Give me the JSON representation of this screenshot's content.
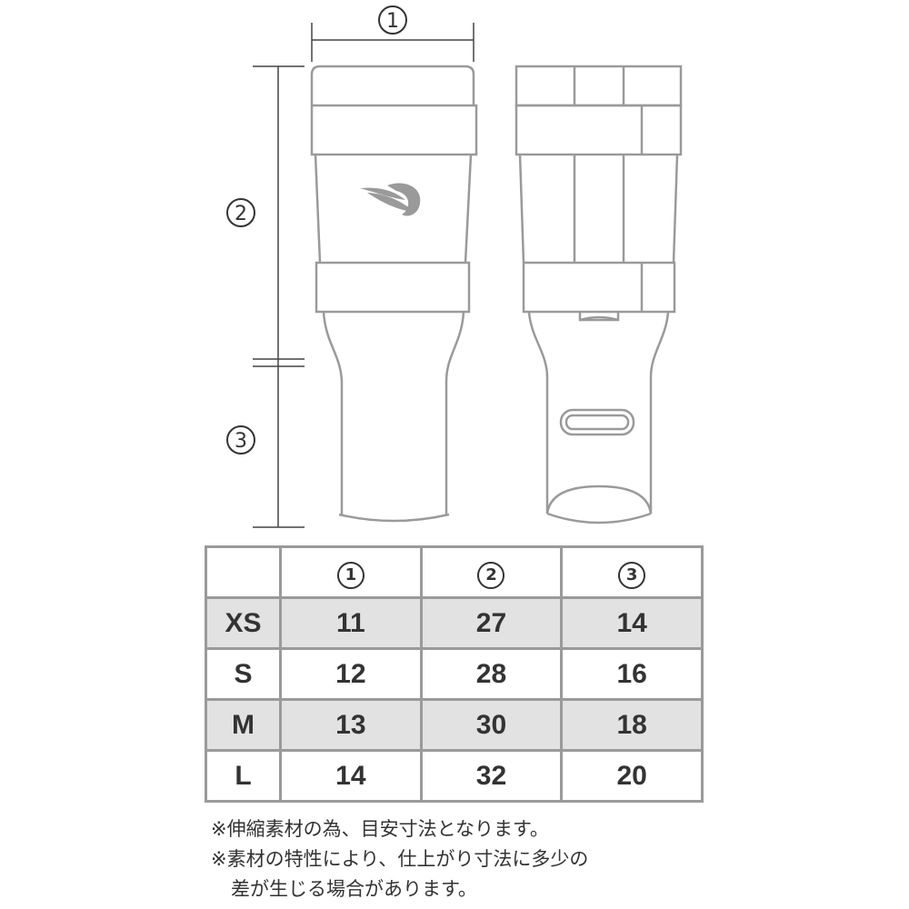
{
  "markers": {
    "m1": "1",
    "m2": "2",
    "m3": "3"
  },
  "table": {
    "headers": [
      "",
      "1",
      "2",
      "3"
    ],
    "rows": [
      {
        "size": "XS",
        "values": [
          "11",
          "27",
          "14"
        ],
        "shaded": true
      },
      {
        "size": "S",
        "values": [
          "12",
          "28",
          "16"
        ],
        "shaded": false
      },
      {
        "size": "M",
        "values": [
          "13",
          "30",
          "18"
        ],
        "shaded": true
      },
      {
        "size": "L",
        "values": [
          "14",
          "32",
          "20"
        ],
        "shaded": false
      }
    ]
  },
  "notes": [
    "※伸縮素材の為、目安寸法となります。",
    "※素材の特性により、仕上がり寸法に多少の",
    "差が生じる場合があります。"
  ],
  "colors": {
    "outline": "#9a9a9a",
    "dimension": "#444444",
    "shade": "#e2e2e2",
    "text": "#333333"
  }
}
